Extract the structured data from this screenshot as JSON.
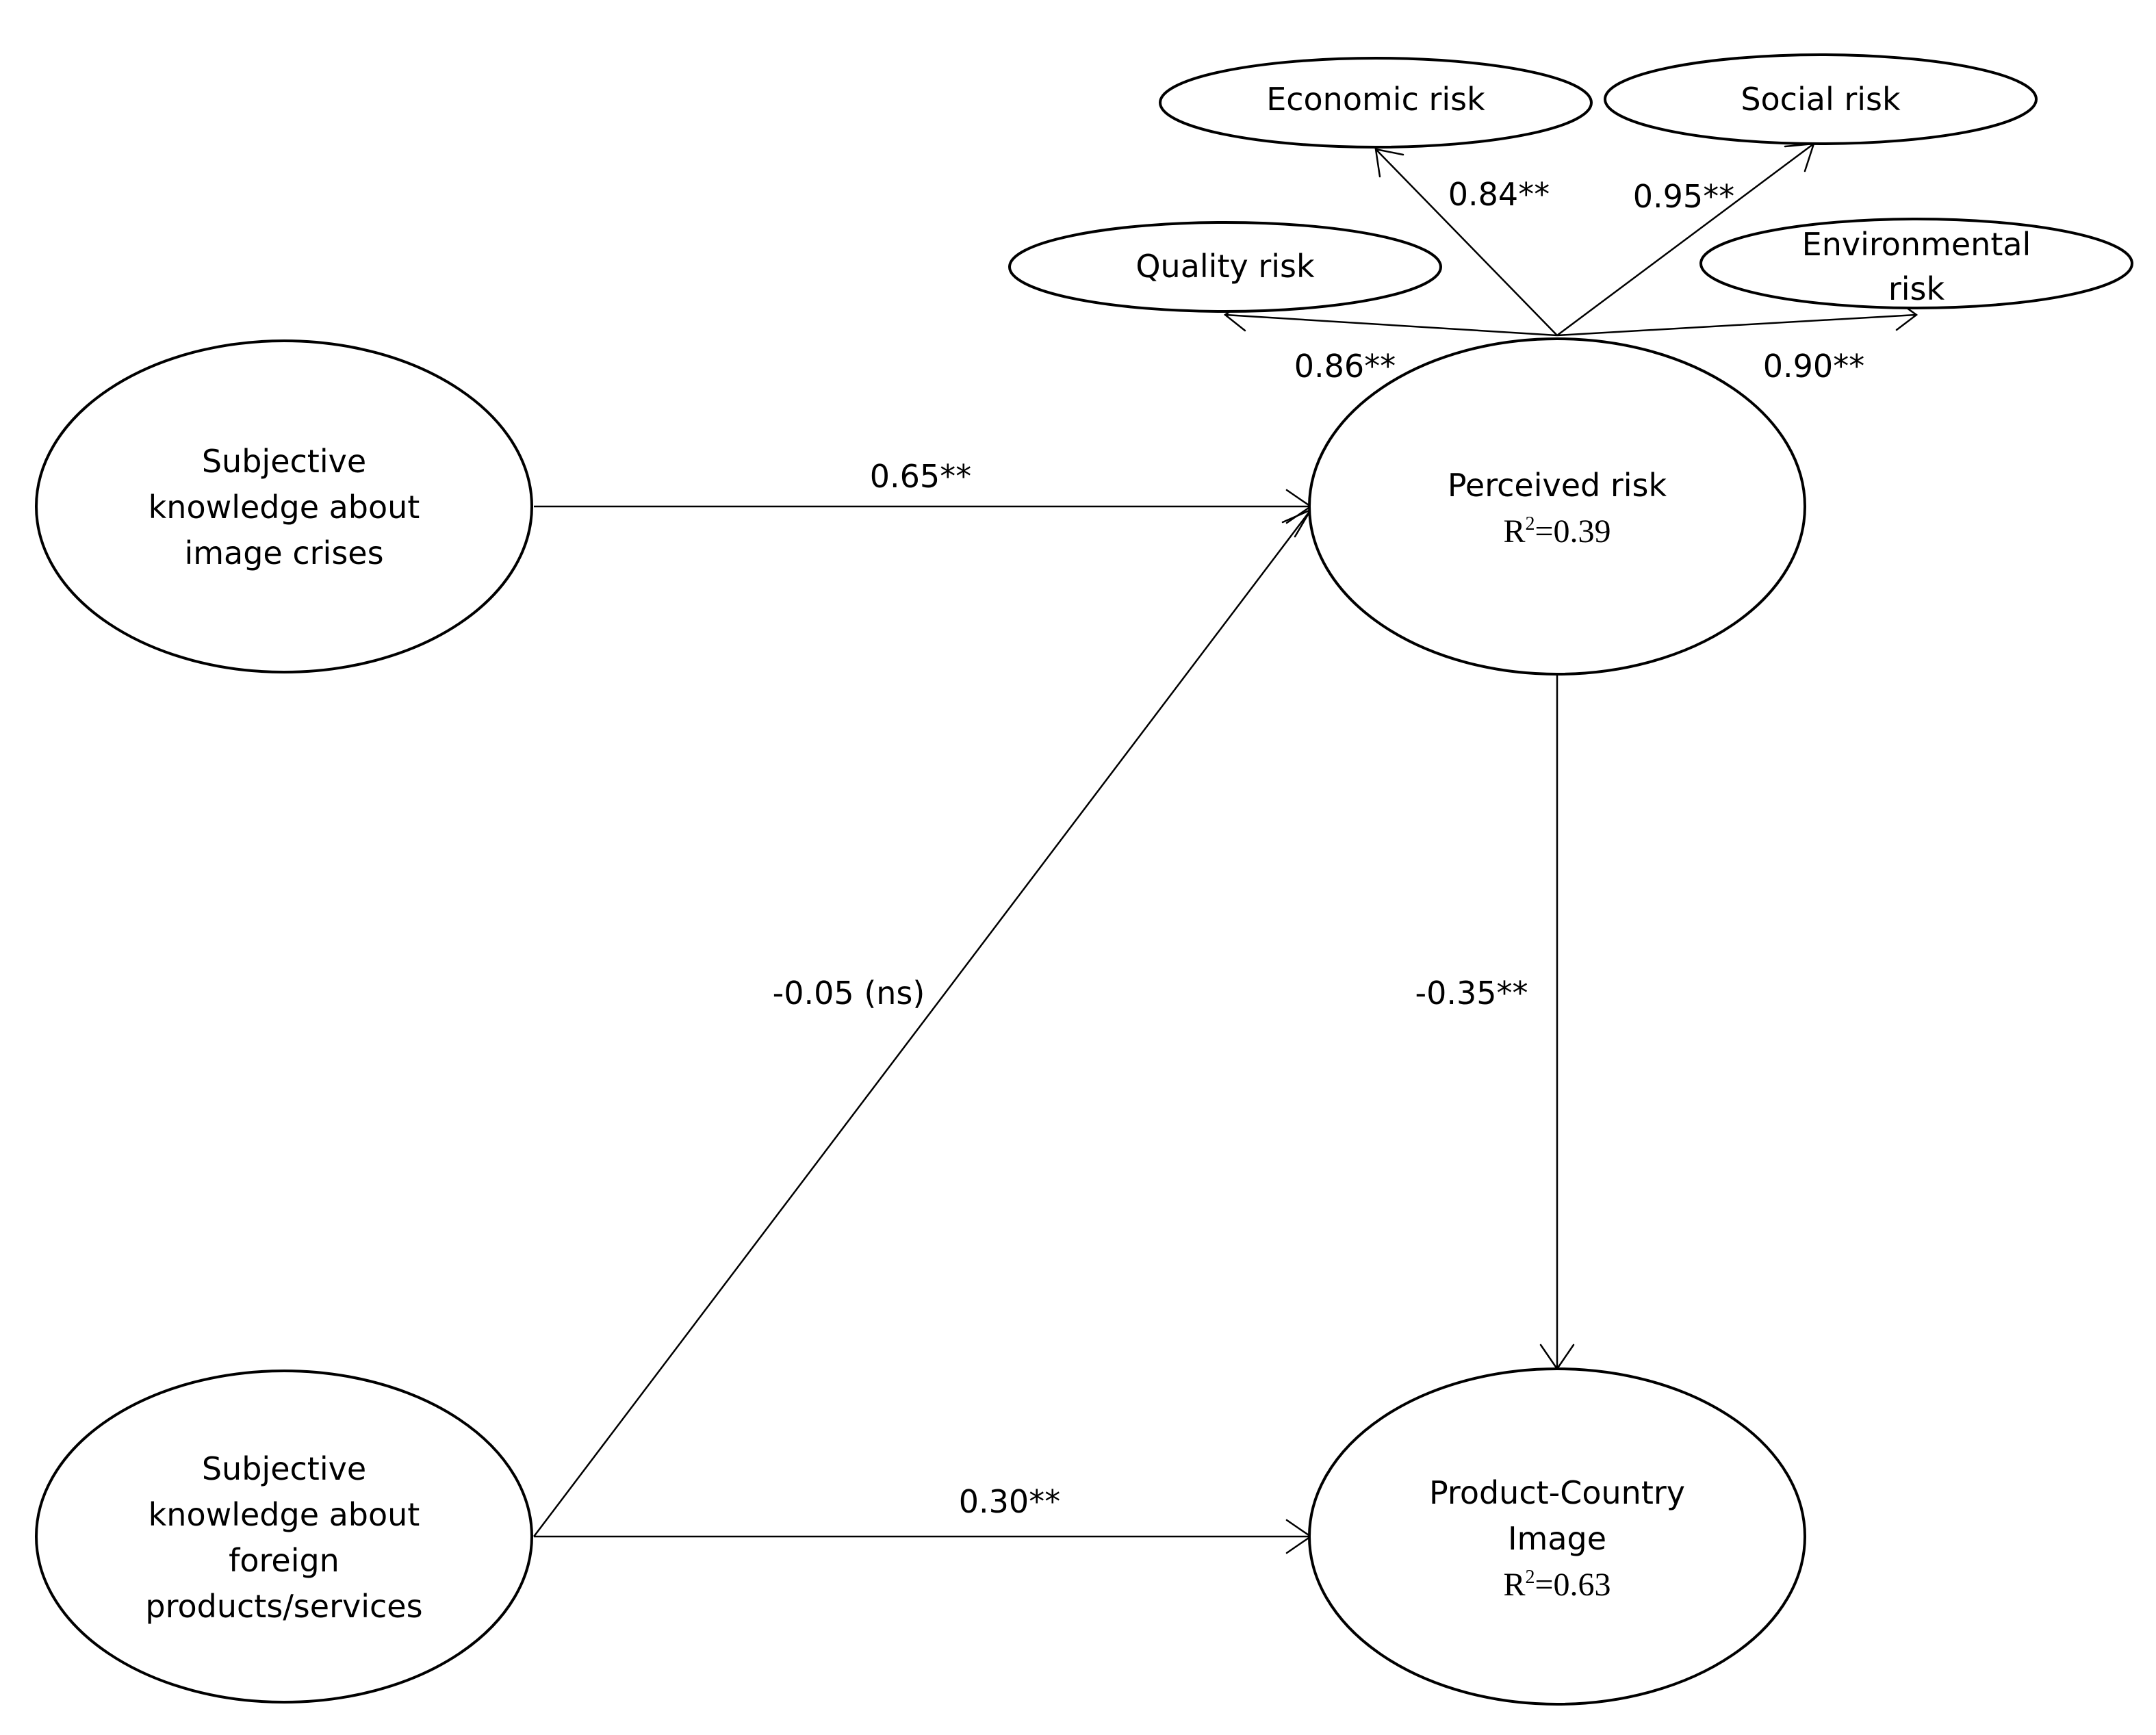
{
  "constructs": {
    "knowledge_crises": [
      "Subjective",
      "knowledge about",
      "image crises"
    ],
    "knowledge_foreign": [
      "Subjective",
      "knowledge about",
      "foreign",
      "products/services"
    ],
    "perceived_risk": {
      "name": "Perceived risk",
      "r2_prefix": "R",
      "r2_sup": "2",
      "r2_value": "=0.39"
    },
    "pci": {
      "name_lines": [
        "Product-Country",
        "Image"
      ],
      "r2_prefix": "R",
      "r2_sup": "2",
      "r2_value": "=0.63"
    }
  },
  "dimensions": {
    "economic": "Economic risk",
    "social": "Social risk",
    "quality": "Quality risk",
    "environmental": [
      "Environmental",
      "risk"
    ]
  },
  "paths": {
    "crises_to_risk": "0.65**",
    "foreign_to_risk": "-0.05 (ns)",
    "risk_to_pci": "-0.35**",
    "foreign_to_pci": "0.30**"
  },
  "loadings": {
    "economic": "0.84**",
    "social": "0.95**",
    "quality": "0.86**",
    "environmental": "0.90**"
  }
}
